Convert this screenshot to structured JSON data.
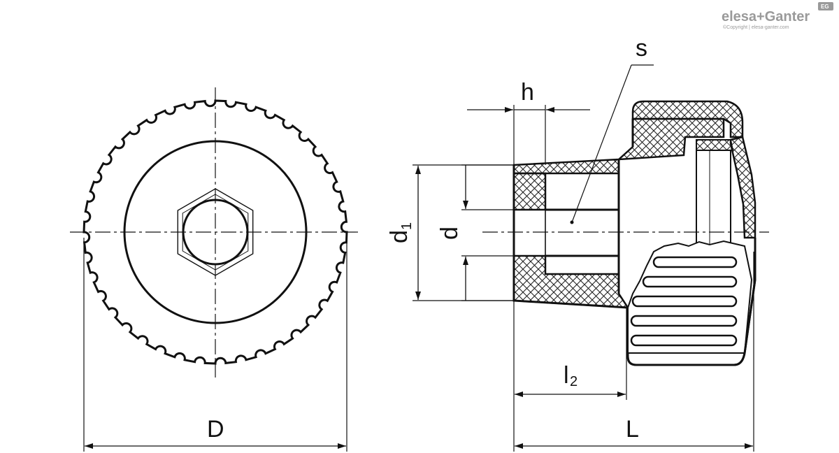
{
  "brand": {
    "logo_text": "elesa+Ganter",
    "copyright": "©Copyright | elesa-ganter.com",
    "badge": "EG"
  },
  "labels": {
    "D": "D",
    "L": "L",
    "h": "h",
    "s": "s",
    "d": "d",
    "d1_main": "d",
    "d1_sub": "1",
    "l2_main": "l",
    "l2_sub": "2"
  },
  "colors": {
    "line": "#111111",
    "hatch": "#222222",
    "logo": "#9a9a9a"
  }
}
